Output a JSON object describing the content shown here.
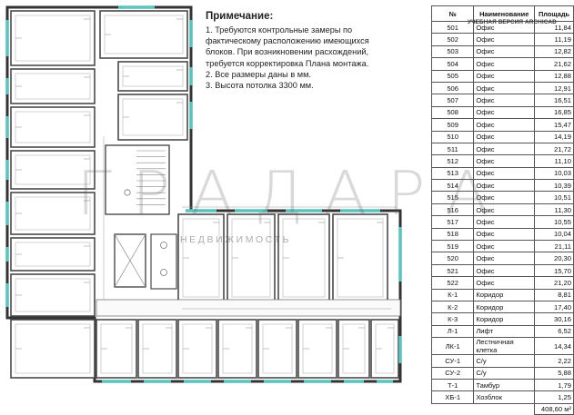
{
  "notes": {
    "title": "Примечание:",
    "lines": [
      "1. Требуются контрольные замеры по",
      "фактическому расположению имеющихся",
      "блоков. При возникновении расхождений,",
      "требуется корректировка Плана монтажа.",
      "2. Все размеры даны в мм.",
      "3. Высота потолка 3300 мм."
    ]
  },
  "table": {
    "headers": {
      "num": "№",
      "name": "Наименование",
      "area": "Площадь"
    },
    "stamp": "УЧЕБНАЯ ВЕРСИЯ ARCHICAD",
    "rows": [
      {
        "num": "501",
        "name": "Офис",
        "area": "11,84"
      },
      {
        "num": "502",
        "name": "Офис",
        "area": "11,19"
      },
      {
        "num": "503",
        "name": "Офис",
        "area": "12,82"
      },
      {
        "num": "504",
        "name": "Офис",
        "area": "21,62"
      },
      {
        "num": "505",
        "name": "Офис",
        "area": "12,88"
      },
      {
        "num": "506",
        "name": "Офис",
        "area": "12,91"
      },
      {
        "num": "507",
        "name": "Офис",
        "area": "16,51"
      },
      {
        "num": "508",
        "name": "Офис",
        "area": "16,85"
      },
      {
        "num": "509",
        "name": "Офис",
        "area": "15,47"
      },
      {
        "num": "510",
        "name": "Офис",
        "area": "14,19"
      },
      {
        "num": "511",
        "name": "Офис",
        "area": "21,72"
      },
      {
        "num": "512",
        "name": "Офис",
        "area": "11,10"
      },
      {
        "num": "513",
        "name": "Офис",
        "area": "10,03"
      },
      {
        "num": "514",
        "name": "Офис",
        "area": "10,39"
      },
      {
        "num": "515",
        "name": "Офис",
        "area": "10,51"
      },
      {
        "num": "516",
        "name": "Офис",
        "area": "11,30"
      },
      {
        "num": "517",
        "name": "Офис",
        "area": "10,55"
      },
      {
        "num": "518",
        "name": "Офис",
        "area": "10,04"
      },
      {
        "num": "519",
        "name": "Офис",
        "area": "21,11"
      },
      {
        "num": "520",
        "name": "Офис",
        "area": "20,30"
      },
      {
        "num": "521",
        "name": "Офис",
        "area": "15,70"
      },
      {
        "num": "522",
        "name": "Офис",
        "area": "21,20"
      },
      {
        "num": "К-1",
        "name": "Коридор",
        "area": "8,81"
      },
      {
        "num": "К-2",
        "name": "Коридор",
        "area": "17,40"
      },
      {
        "num": "К-3",
        "name": "Коридор",
        "area": "30,16"
      },
      {
        "num": "Л-1",
        "name": "Лифт",
        "area": "6,52"
      },
      {
        "num": "ЛК-1",
        "name": "Лестничная клетка",
        "area": "14,34"
      },
      {
        "num": "СУ-1",
        "name": "С/у",
        "area": "2,22"
      },
      {
        "num": "СУ-2",
        "name": "С/у",
        "area": "5,88"
      },
      {
        "num": "Т-1",
        "name": "Тамбур",
        "area": "1,79"
      },
      {
        "num": "ХБ-1",
        "name": "Хозблок",
        "area": "1,25"
      }
    ],
    "total": "408,60 м²"
  },
  "watermark": {
    "logo": "ГРАДАРА",
    "sub": "НЕДВИЖИМОСТЬ"
  },
  "colors": {
    "wall": "#4a4a4a",
    "window": "#5cc3bd",
    "dim": "#9a9a9a",
    "door": "#7f7f7f"
  }
}
